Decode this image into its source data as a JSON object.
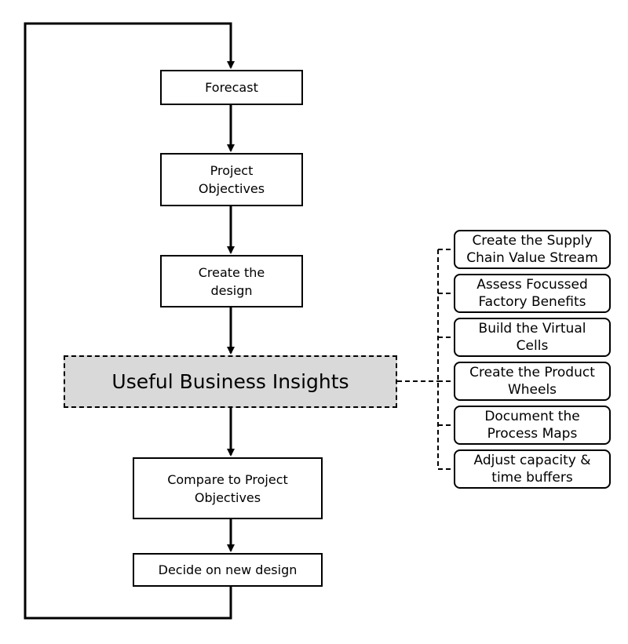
{
  "flow": {
    "forecast": "Forecast",
    "project_objectives": "Project\nObjectives",
    "create_design": "Create the\ndesign",
    "insights": "Useful Business Insights",
    "compare": "Compare to Project\nObjectives",
    "decide": "Decide on new design"
  },
  "insight_steps": [
    {
      "label": "Create the Supply\nChain Value Stream"
    },
    {
      "label": "Assess Focussed\nFactory Benefits"
    },
    {
      "label": "Build the Virtual\nCells"
    },
    {
      "label": "Create the Product\nWheels"
    },
    {
      "label": "Document the\nProcess Maps"
    },
    {
      "label": "Adjust capacity &\ntime buffers"
    }
  ]
}
